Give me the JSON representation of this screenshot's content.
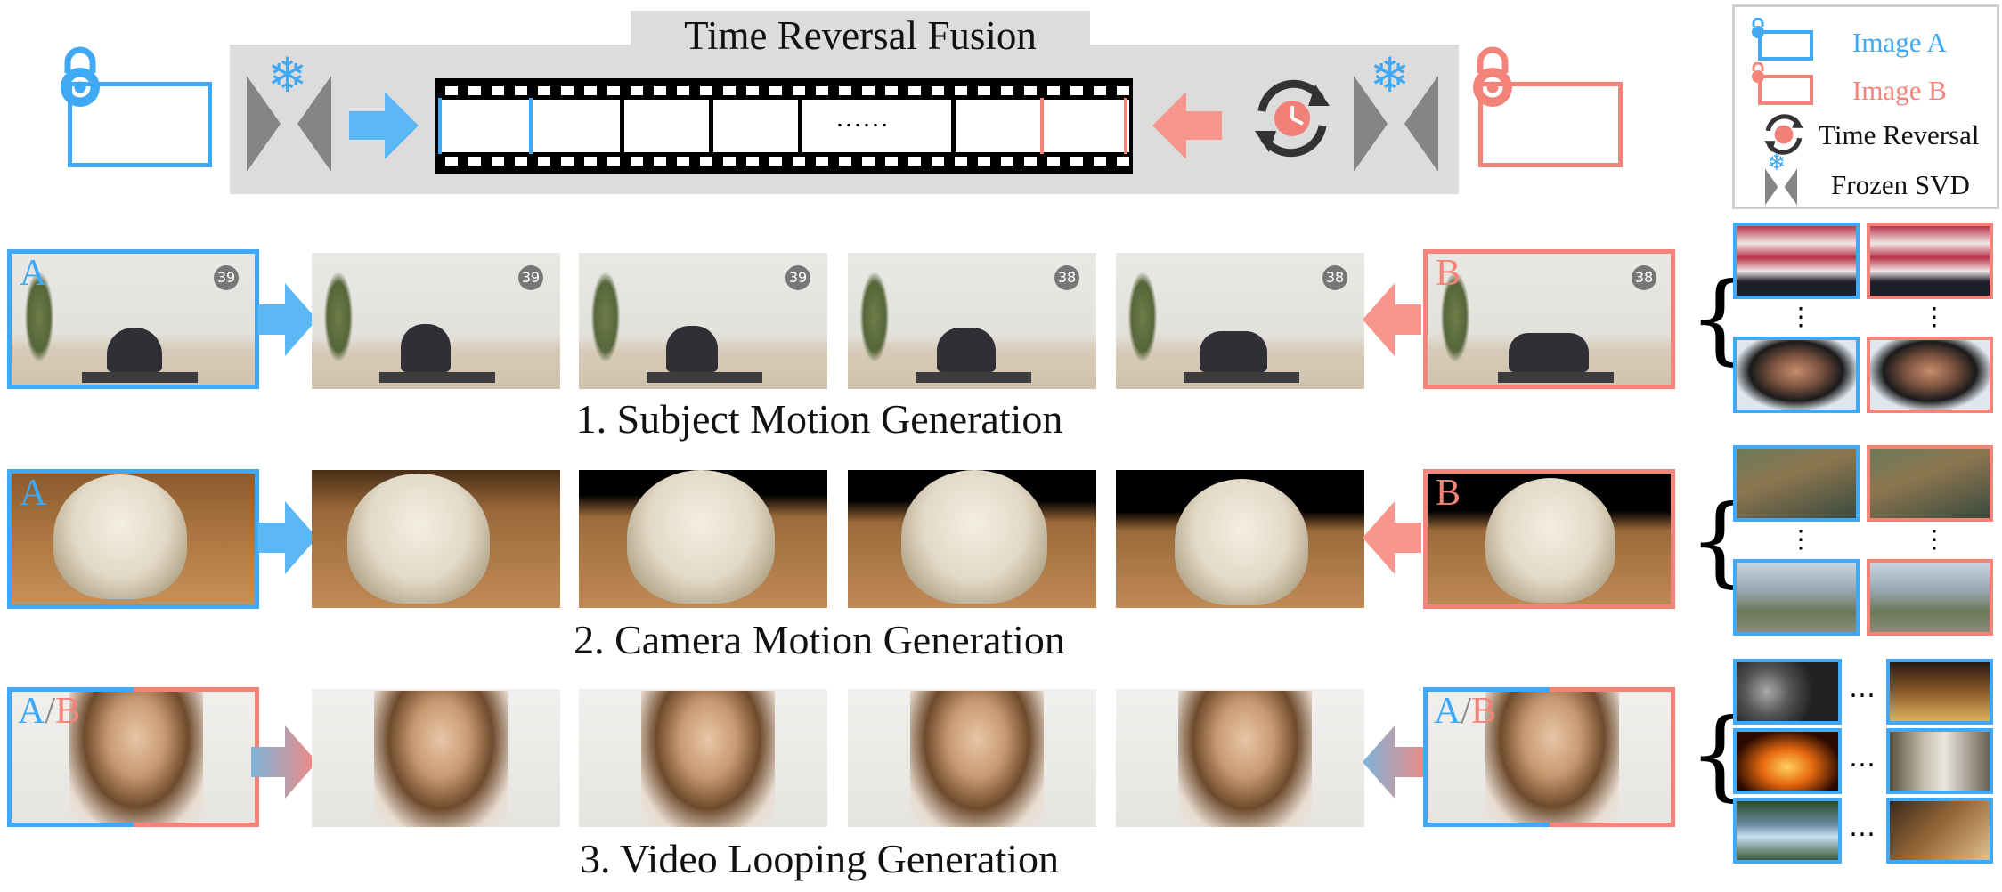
{
  "title": "Time Reversal Fusion",
  "film_ellipsis": "……",
  "legend": {
    "image_a": "Image A",
    "image_b": "Image B",
    "time_reversal": "Time Reversal",
    "frozen_svd": "Frozen SVD"
  },
  "colors": {
    "image_a": "#3fa9f5",
    "image_b": "#f4847a",
    "fusion_bg": "#dcdcdc"
  },
  "icons": [
    "lock-icon",
    "snowflake-icon",
    "hourglass-model-icon",
    "time-reversal-icon",
    "arrow-icon",
    "curly-brace-icon"
  ],
  "rows": [
    {
      "caption": "1. Subject Motion Generation",
      "start_label": "A",
      "end_label": "B",
      "timer_values": [
        "39",
        "39",
        "39",
        "38",
        "38",
        "38"
      ]
    },
    {
      "caption": "2. Camera Motion Generation",
      "start_label": "A",
      "end_label": "B"
    },
    {
      "caption": "3. Video Looping Generation",
      "start_label_a": "A",
      "start_label_sep": "/",
      "start_label_b": "B",
      "end_label_a": "A",
      "end_label_sep": "/",
      "end_label_b": "B"
    }
  ],
  "vertical_dots": "⋮",
  "horizontal_dots": "…"
}
